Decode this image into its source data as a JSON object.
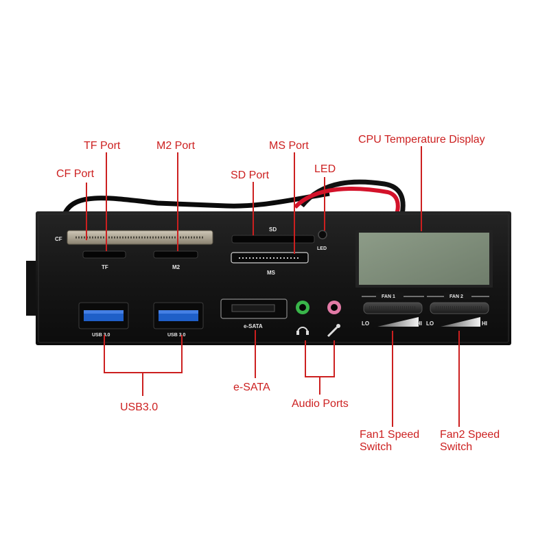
{
  "product": {
    "panel_labels": {
      "cf": "CF",
      "tf": "TF",
      "m2": "M2",
      "sd": "SD",
      "ms": "MS",
      "led": "LED",
      "usb_left": "USB 3.0",
      "usb_right": "USB 3.0",
      "esata": "e-SATA",
      "fan1": "FAN 1",
      "fan2": "FAN 2",
      "fan1_lo": "LO",
      "fan1_hi": "HI",
      "fan2_lo": "LO",
      "fan2_hi": "HI"
    }
  },
  "callouts": {
    "cf_port": "CF Port",
    "tf_port": "TF Port",
    "m2_port": "M2 Port",
    "ms_port": "MS Port",
    "sd_port": "SD Port",
    "led": "LED",
    "cpu_display": "CPU Temperature Display",
    "usb30": "USB3.0",
    "esata": "e-SATA",
    "audio_ports": "Audio Ports",
    "fan1_line1": "Fan1 Speed",
    "fan1_line2": "Switch",
    "fan2_line1": "Fan2 Speed",
    "fan2_line2": "Switch"
  },
  "colors": {
    "callout_red": "#cc1f1f",
    "panel_black": "#141414",
    "usb_blue": "#1f5fc8",
    "headphone_green": "#39b54a",
    "mic_pink": "#e27aa6",
    "lcd_green": "#7f8f7a"
  }
}
